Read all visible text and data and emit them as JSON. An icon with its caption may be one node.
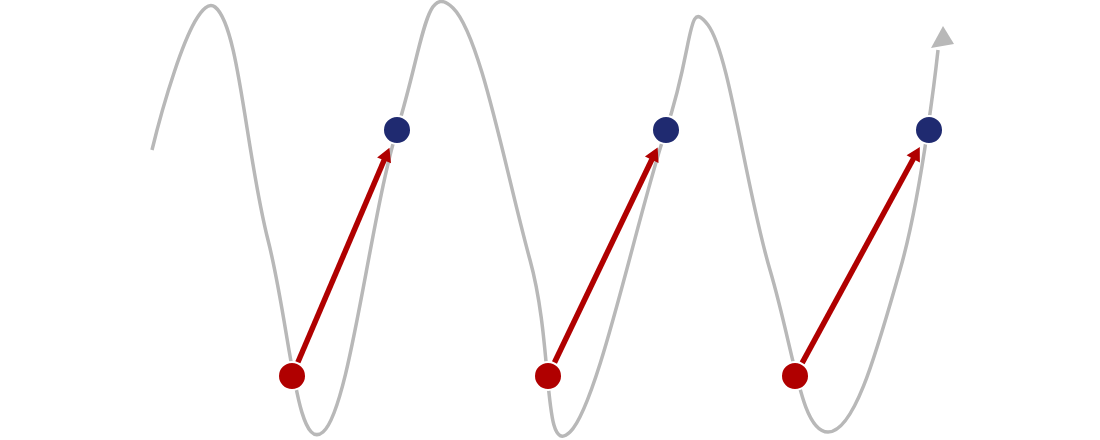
{
  "diagram": {
    "nodes": [
      {
        "text": [],
        "shape": "circle"
      },
      {
        "text": [],
        "shape": "circle"
      },
      {
        "text": [],
        "shape": "circle"
      },
      {
        "text": [],
        "shape": "circle"
      },
      {
        "text": [],
        "shape": "circle"
      },
      {
        "text": [],
        "shape": "circle"
      }
    ],
    "edges": [
      {
        "from": 0,
        "to": 1,
        "arrow": "to"
      },
      {
        "from": 2,
        "to": 3,
        "arrow": "to"
      },
      {
        "from": 4,
        "to": 5,
        "arrow": "to"
      }
    ]
  }
}
